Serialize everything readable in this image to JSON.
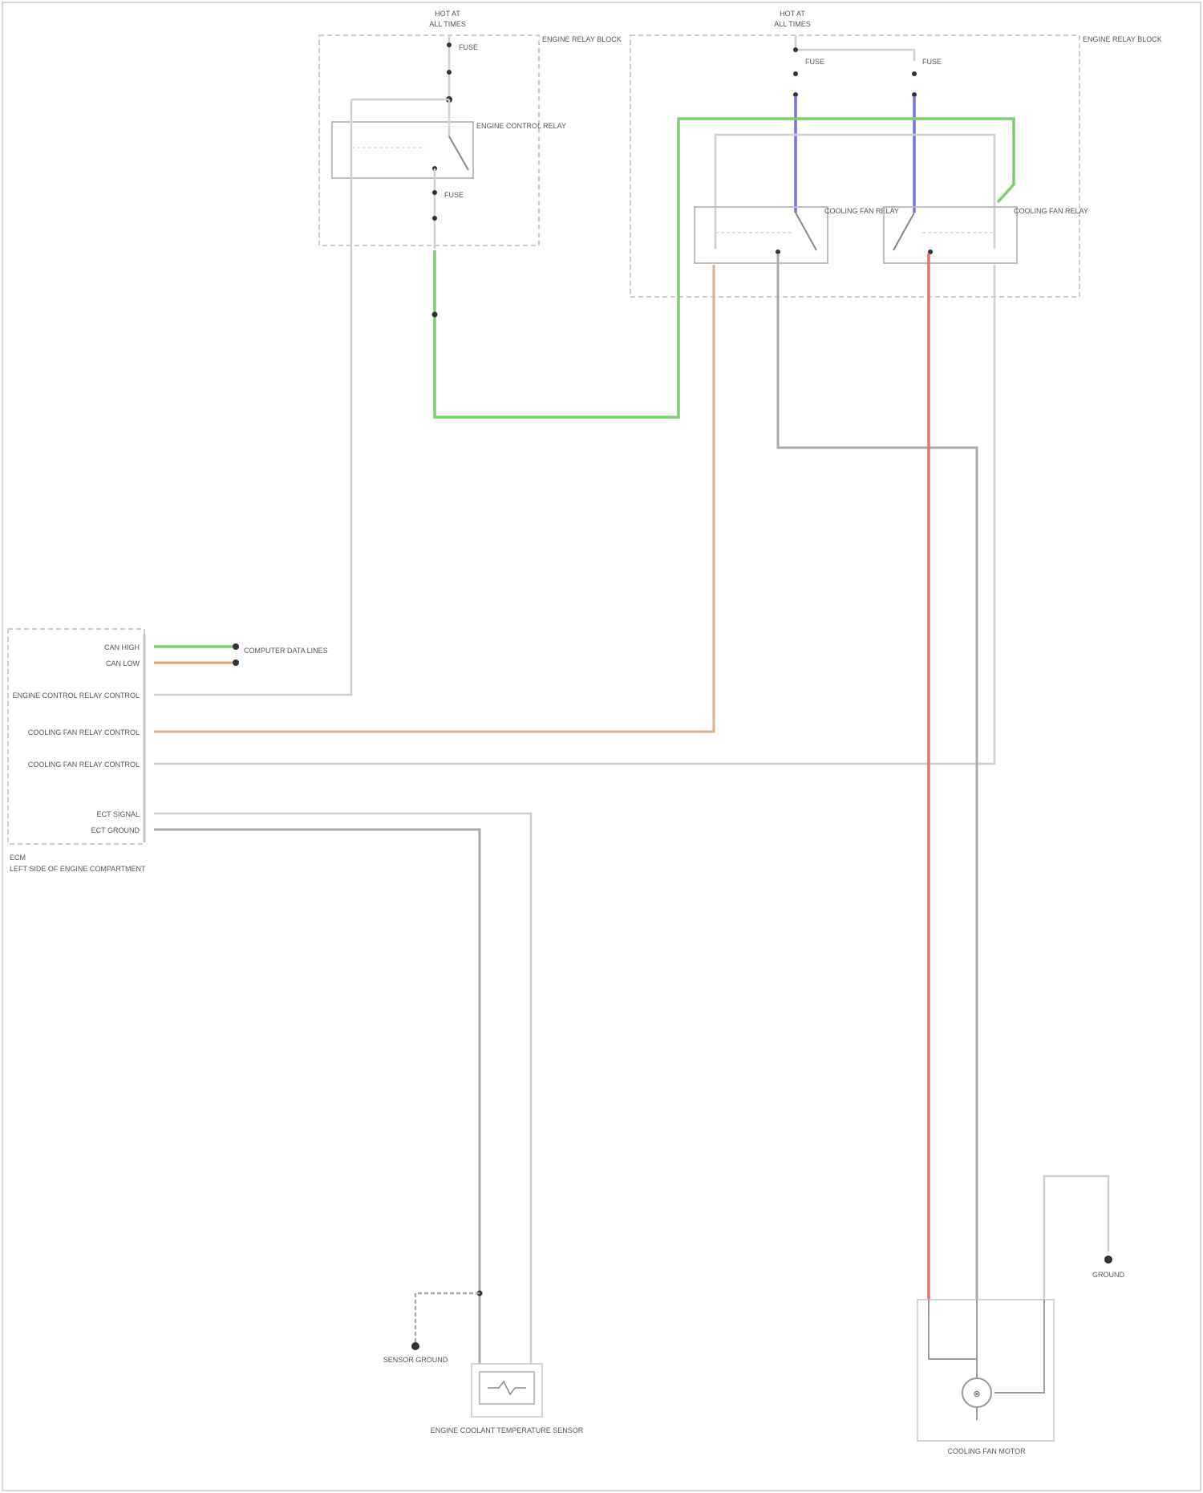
{
  "fuse_block_left": {
    "hot_at": "HOT AT",
    "hot_at_value": "ALL TIMES",
    "enclosure_label": "ENGINE RELAY BLOCK",
    "fuse_label": "FUSE",
    "relay_label": "ENGINE CONTROL RELAY",
    "fuse2_label": "FUSE"
  },
  "fuse_block_right": {
    "hot_at": "HOT AT",
    "hot_at_value": "ALL TIMES",
    "enclosure_label": "ENGINE RELAY BLOCK",
    "fuse1_label": "FUSE",
    "fuse2_label": "FUSE",
    "relay1_label": "COOLING FAN RELAY",
    "relay2_label": "COOLING FAN RELAY"
  },
  "ecm": {
    "pins": [
      {
        "label": "CAN HIGH",
        "pin": "",
        "wire": ""
      },
      {
        "label": "CAN LOW",
        "pin": "",
        "wire": ""
      },
      {
        "label": "ENGINE CONTROL RELAY CONTROL",
        "pin": "",
        "wire": ""
      },
      {
        "label": "COOLING FAN RELAY CONTROL",
        "pin": "",
        "wire": ""
      },
      {
        "label": "COOLING FAN RELAY CONTROL",
        "pin": "",
        "wire": ""
      },
      {
        "label": "ECT SIGNAL",
        "pin": "",
        "wire": ""
      },
      {
        "label": "ECT GROUND",
        "pin": "",
        "wire": ""
      }
    ],
    "label": "ECM",
    "location": "LEFT SIDE OF ENGINE COMPARTMENT"
  },
  "can_network_label": "COMPUTER DATA LINES",
  "ect_sensor_label": "ENGINE COOLANT TEMPERATURE SENSOR",
  "sensor_ground_label": "SENSOR GROUND",
  "fan_motor_label": "COOLING FAN MOTOR",
  "ground_label": "GROUND",
  "footer": "",
  "colors": {
    "green": "#7ccf6d",
    "blue": "#7474e0",
    "red": "#ec6f73",
    "grey": "#a9a9ad",
    "tan": "#d4b28f"
  }
}
